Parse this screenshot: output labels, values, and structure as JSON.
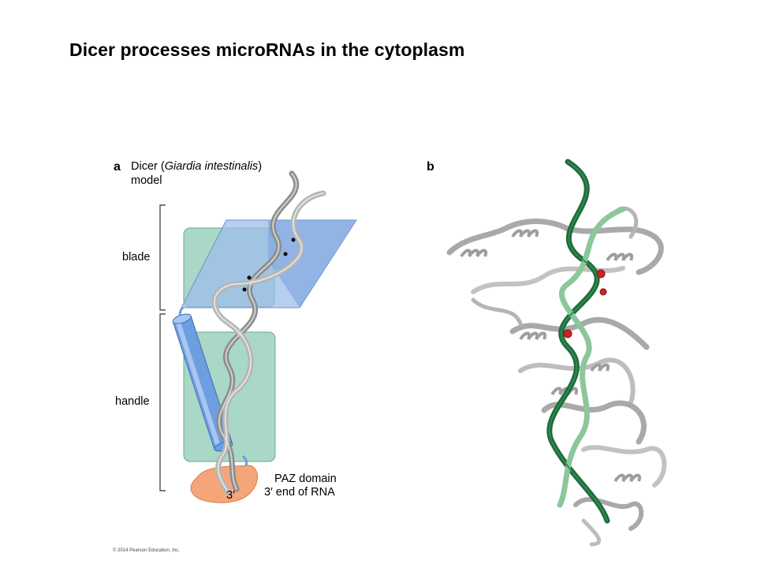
{
  "title": "Dicer processes microRNAs in the cytoplasm",
  "panel_a": {
    "letter": "a",
    "caption_prefix": "Dicer (",
    "caption_species": "Giardia intestinalis",
    "caption_suffix": ")",
    "caption_line2": "model",
    "label_blade": "blade",
    "label_handle": "handle",
    "label_paz": "PAZ domain",
    "label_rna_end": "3′ end of RNA",
    "label_3prime": "3′"
  },
  "panel_b": {
    "letter": "b"
  },
  "copyright": "© 2014 Pearson Education, Inc.",
  "colors": {
    "green_box": "#a9d8c6",
    "blue_plane": "#8fb3e6",
    "blue_cylinder": "#6c9ee0",
    "paz": "#f5a57a",
    "ribbon_grey": "#9a9a9a",
    "rna_dark": "#1e6b3a",
    "rna_light": "#8cc79a",
    "protein": "#b8b8b8",
    "metal": "#cc2222"
  }
}
